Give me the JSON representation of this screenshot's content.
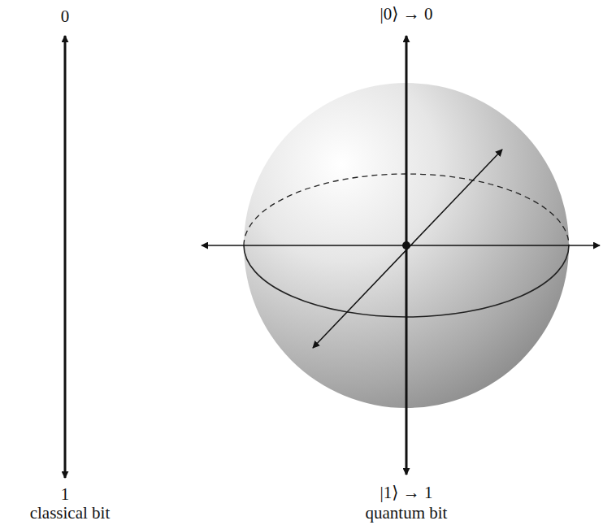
{
  "diagram": {
    "labels": [
      "0",
      "1",
      "classical bit",
      "|0⟩ → 0",
      "|1⟩ → 1",
      "quantum bit"
    ]
  }
}
